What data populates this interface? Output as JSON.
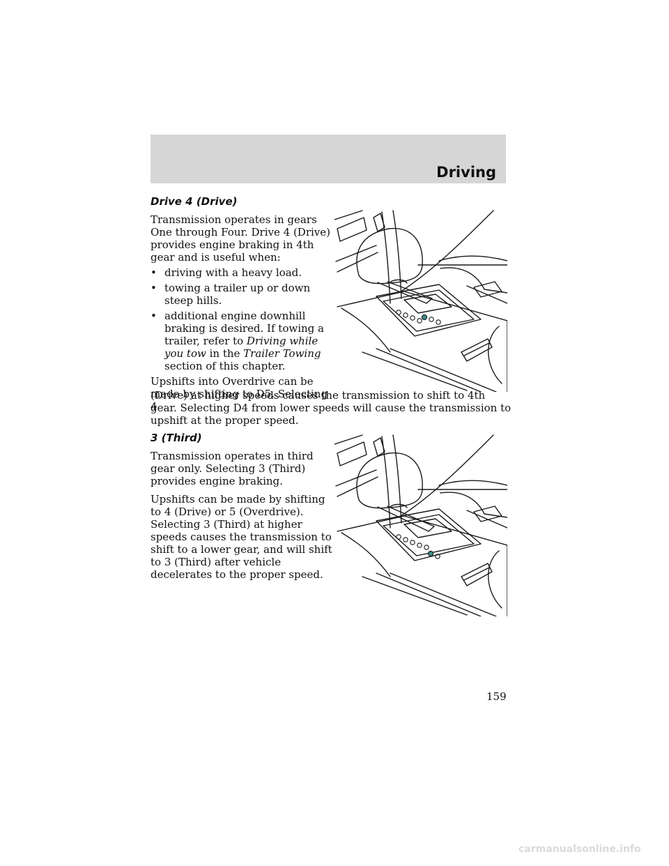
{
  "header": {
    "title": "Driving"
  },
  "section1": {
    "heading": "Drive 4 (Drive)",
    "intro": "Transmission operates in gears One through Four. Drive 4 (Drive) provides engine braking in 4th gear and is useful when:",
    "bullets": [
      "driving with a heavy load.",
      "towing a trailer up or down steep hills."
    ],
    "bullet3": {
      "before": "additional engine downhill braking is desired. If towing a trailer, refer to ",
      "link1": "Driving while you tow",
      "middle": " in the ",
      "link2": "Trailer Towing",
      "after": " section of this chapter."
    },
    "closing_narrow": "Upshifts into Overdrive can be made by shifting to D5. Selecting 4",
    "closing_wide": "(Drive) at higher speeds causes the transmission to shift to 4th gear. Selecting D4 from lower speeds will cause the transmission to upshift at the proper speed."
  },
  "section2": {
    "heading": "3 (Third)",
    "para1": "Transmission operates in third gear only. Selecting 3 (Third) provides engine braking.",
    "para2": "Upshifts can be made by shifting to 4 (Drive) or 5 (Overdrive). Selecting 3 (Third) at higher speeds causes the transmission to shift to a lower gear, and will shift to 3 (Third) after vehicle decelerates to the proper speed."
  },
  "page_number": "159",
  "footer": {
    "watermark": "carmanualsonline.info"
  },
  "illustrations": {
    "highlight_color": "#3e8a8a",
    "figure1_selected_gear": "4",
    "figure2_selected_gear": "3"
  }
}
